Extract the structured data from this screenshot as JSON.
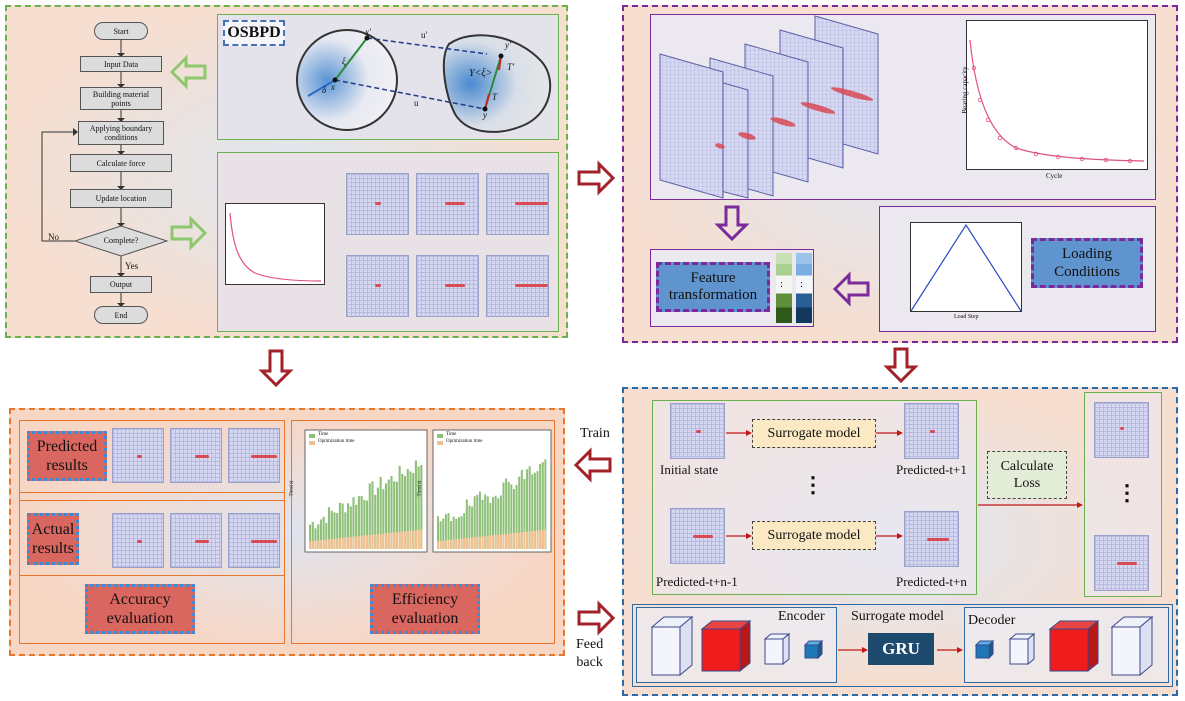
{
  "flowchart": {
    "start": "Start",
    "input": "Input Data",
    "build1": "Building material",
    "build2": "points",
    "apply1": "Applying boundary",
    "apply2": "conditions",
    "force": "Calculate force",
    "update": "Update location",
    "complete": "Complete?",
    "no": "No",
    "yes": "Yes",
    "output": "Output",
    "end": "End"
  },
  "osbpd": {
    "title": "OSBPD",
    "labels": [
      "x'",
      "ξ",
      "δ",
      "x",
      "u'",
      "u",
      "y'",
      "T'",
      "Y<ξ>",
      "T",
      "y"
    ]
  },
  "panel2": {
    "ylabel": "Bearing capacity",
    "xlabel": "Cycle",
    "feature1": "Feature",
    "feature2": "transformation",
    "feature_dots": ":",
    "loading1": "Loading",
    "loading2": "Conditions",
    "load_xlabel": "Load Step"
  },
  "surrogate": {
    "box1": "Surrogate model",
    "box2": "Surrogate model",
    "initial": "Initial state",
    "pred1": "Predicted-t+1",
    "predn1": "Predicted-t+n-1",
    "predn": "Predicted-t+n",
    "loss1": "Calculate",
    "loss2": "Loss",
    "dots": "⋮",
    "encoder": "Encoder",
    "model": "Surrogate model",
    "gru": "GRU",
    "decoder": "Decoder"
  },
  "sides": {
    "train": "Train",
    "feed1": "Feed",
    "feed2": "back"
  },
  "evaluation": {
    "pred1": "Predicted",
    "pred2": "results",
    "act1": "Actual",
    "act2": "results",
    "acc1": "Accuracy",
    "acc2": "evaluation",
    "eff1": "Efficiency",
    "eff2": "evaluation",
    "legend1": "Time",
    "legend2": "Optimization time",
    "ylabel": "Time(s)"
  },
  "colors": {
    "green_dash": "#6ab04c",
    "purple_dash": "#7a2a9a",
    "blue_dash": "#2d6aa8",
    "orange_dash": "#e8772e",
    "arrow_red": "#a3222a",
    "arrow_green": "#8fc76e",
    "arrow_purple": "#7a2a9a",
    "gru_fill": "#1e4a6e"
  }
}
